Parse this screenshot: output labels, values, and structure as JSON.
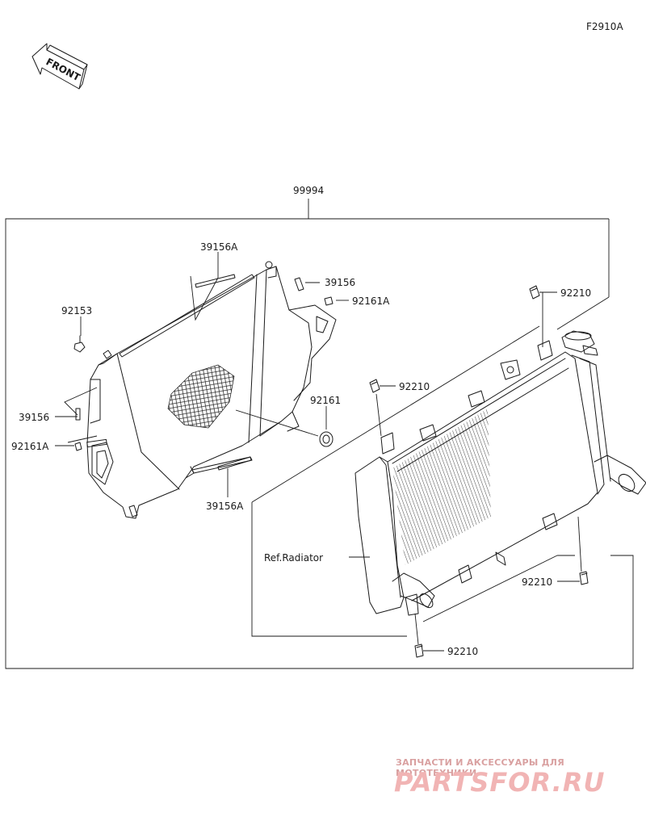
{
  "figure_code": "F2910A",
  "front_label": "FRONT",
  "assembly_label": "99994",
  "labels": {
    "l39156A_top": "39156A",
    "l39156_right": "39156",
    "l92161A_right": "92161A",
    "l92153": "92153",
    "l39156_left": "39156",
    "l92161A_left": "92161A",
    "l92161": "92161",
    "l39156A_bottom": "39156A",
    "ref_radiator": "Ref.Radiator",
    "l92210_1": "92210",
    "l92210_2": "92210",
    "l92210_3": "92210",
    "l92210_4": "92210"
  },
  "watermark": {
    "tagline": "ЗАПЧАСТИ И АКСЕССУАРЫ ДЛЯ МОТОТЕХНИКИ",
    "brand": "PARTSFOR.RU"
  }
}
